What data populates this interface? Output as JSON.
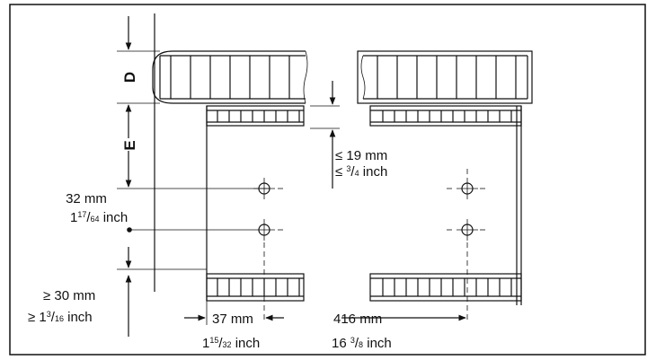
{
  "labels": {
    "d": "D",
    "e": "E",
    "gap_mm": "≤ 19 mm",
    "gap_in_prefix": "≤ ",
    "gap_in_num": "3",
    "gap_in_den": "4",
    "gap_in_unit": " inch",
    "hole_mm": "32 mm",
    "hole_in_whole": "1",
    "hole_in_num": "17",
    "hole_in_den": "64",
    "hole_in_unit": " inch",
    "bottom_mm": "≥ 30 mm",
    "bottom_in_prefix": "≥ 1",
    "bottom_in_num": "3",
    "bottom_in_den": "16",
    "bottom_in_unit": " inch",
    "offset_mm": "37 mm",
    "offset_in_whole": "1",
    "offset_in_num": "15",
    "offset_in_den": "32",
    "offset_in_unit": " inch",
    "width_mm": "416 mm",
    "width_in_whole": "16 ",
    "width_in_num": "3",
    "width_in_den": "8",
    "width_in_unit": " inch"
  },
  "colors": {
    "line": "#111111",
    "background": "#ffffff"
  }
}
